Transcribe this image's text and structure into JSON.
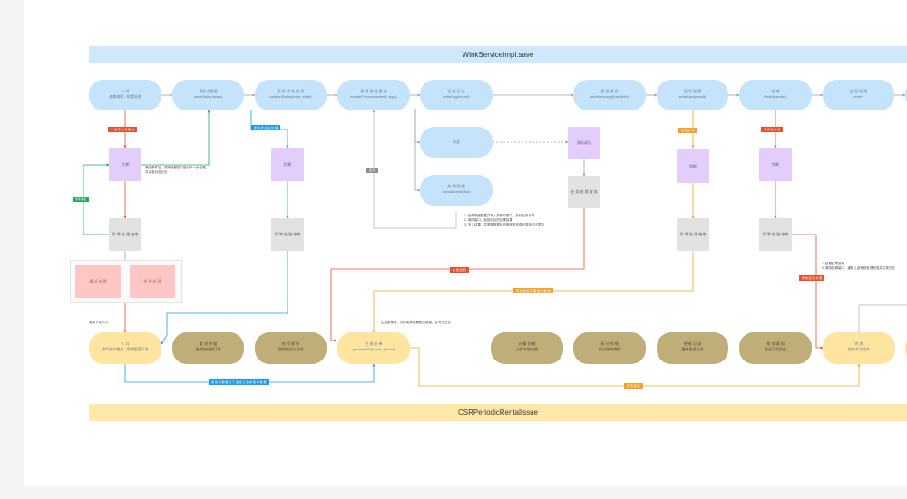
{
  "lanes": {
    "top": "WinkServiceImpl.save",
    "bottom": "CSRPeriodicRentalIssue"
  },
  "top_row": [
    {
      "title": "入 口",
      "sub": "参数校验 / 前置处理"
    },
    {
      "title": "保存主数据",
      "sub": "saveMain(param)"
    },
    {
      "title": "更 新 状 态 信 息",
      "sub": "updateStatus(order, state)"
    },
    {
      "title": "调 用 流 程 服 务",
      "sub": "invokeProcess(orderId, type)"
    },
    {
      "title": "记 录 日 志",
      "sub": "writeLog(record)"
    },
    {
      "title": "发 送 消 息",
      "sub": "sendMessage(batchInfo)"
    },
    {
      "title": "回 写 结 果",
      "sub": "writeBack(result)"
    },
    {
      "title": "结 束",
      "sub": "finish(handler)"
    },
    {
      "title": "返 回 结 果",
      "sub": "return"
    }
  ],
  "mid_pills": [
    {
      "title": "分支"
    },
    {
      "title": "处 理 明 细",
      "sub": "handleDetail(list)"
    }
  ],
  "bottom_row": [
    {
      "title": "入 口",
      "sub": "定时任务触发 / 周期租赁下发"
    },
    {
      "title": "查 询 数 据",
      "sub": "查询待处理订单"
    },
    {
      "title": "校 验 规 则",
      "sub": "规则校验与过滤"
    },
    {
      "title": "生 成 账 单",
      "sub": "generateBill(order, period)"
    },
    {
      "title": "计 算 金 额",
      "sub": "计算本期金额"
    },
    {
      "title": "拆 分 明 细",
      "sub": "拆分账单明细"
    },
    {
      "title": "更 新 记 录",
      "sub": "更新租赁记录"
    },
    {
      "title": "推 送 通 知",
      "sub": "推送下游系统"
    },
    {
      "title": "完 成",
      "sub": "结束本次任务"
    }
  ],
  "purple_boxes": [
    "判 断",
    "判 断",
    "保存成功",
    "判断",
    "判断"
  ],
  "gray_boxes": [
    "异 常 处 理 结束",
    "异 常 处 理 结束",
    "业 务 处 理 服 务",
    "异 常 处 理 结束",
    "异 常 处 理 结束"
  ],
  "pink_boxes": [
    "重 试 处 理",
    "失 败 处 理"
  ],
  "tags": {
    "red1": "不 满 足 条 件 跳 过",
    "blue1": "修 改 状 态 后 处 理",
    "green1": "条件满足",
    "gray1": "返 回",
    "orange1": "满 足 条 件",
    "red2": "不 满 足 条 件",
    "red3": "失 败 回 调",
    "orange2": "同 步 更 新 周 期 租 赁 数 据",
    "blue2": "调 用 周 期 租 赁 下 发 接 口 生 成 账 单 数 据",
    "orange3": "回 写 结 果",
    "red4": "异 常 回 滚 处 理"
  },
  "notes": {
    "n1": "满足条件后，调用流程接口进行下一步处理，",
    "n1b": "并记录对应日志",
    "n2": "1. 处理明细数据并写入到临时表中，执行业务计算",
    "n2b": "2. 调用接口，返回对应的处理结果",
    "n2c": "3. 写入结果，并更新数据状态等相关信息记录到日志表中",
    "n3": "周期下发入口",
    "n4": "生成账单后，同步更新周期租赁数据，并写入日志",
    "n5": "1. 处理结果回写",
    "n5b": "2. 调用回调接口，通知上游系统处理完成并记录日志"
  },
  "colors": {
    "blue_pill": "#c5e3fa",
    "yellow_pill": "#ffe5a0",
    "khaki_pill": "#bfad7a",
    "red_line": "#e8502e",
    "blue_line": "#1e9be8",
    "green_line": "#1eaa5a",
    "orange_line": "#f2a22a"
  }
}
